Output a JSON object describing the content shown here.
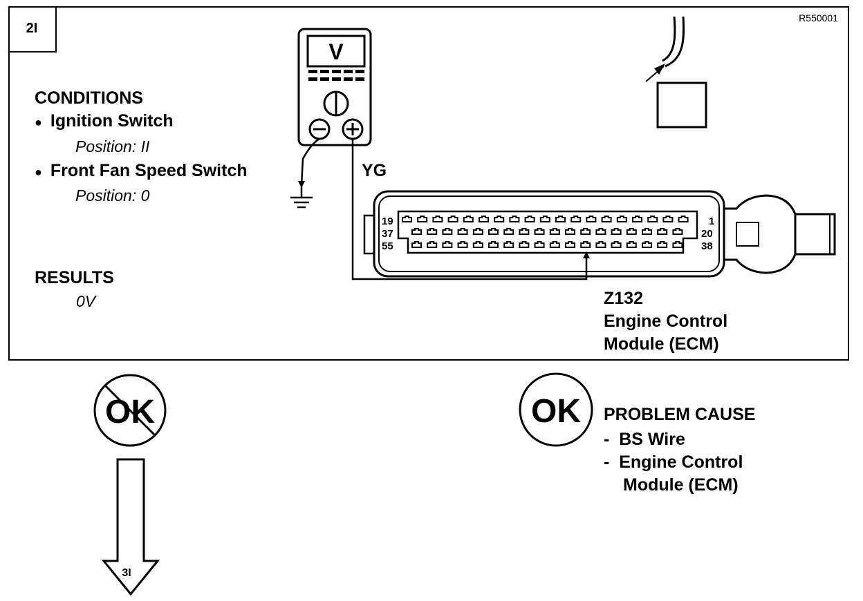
{
  "step": {
    "id": "2I",
    "next": "3I"
  },
  "ref_code": "R550001",
  "conditions": {
    "heading": "CONDITIONS",
    "items": [
      {
        "label": "Ignition Switch",
        "position": "Position: II"
      },
      {
        "label": "Front Fan Speed Switch",
        "position": "Position: 0"
      }
    ]
  },
  "results": {
    "heading": "RESULTS",
    "value": "0V"
  },
  "meter": {
    "unit": "V"
  },
  "wire": {
    "color_code": "YG"
  },
  "connector": {
    "pin_labels": [
      "19",
      "1",
      "37",
      "20",
      "55",
      "38"
    ]
  },
  "component": {
    "id": "Z132",
    "name_line1": "Engine Control",
    "name_line2": "Module (ECM)"
  },
  "not_ok": {
    "label": "OK"
  },
  "ok": {
    "label": "OK",
    "heading": "PROBLEM CAUSE",
    "causes": [
      {
        "text": "BS  Wire"
      },
      {
        "text": "Engine Control",
        "text2": "Module (ECM)"
      }
    ]
  },
  "bullet": "●",
  "dash": "-"
}
